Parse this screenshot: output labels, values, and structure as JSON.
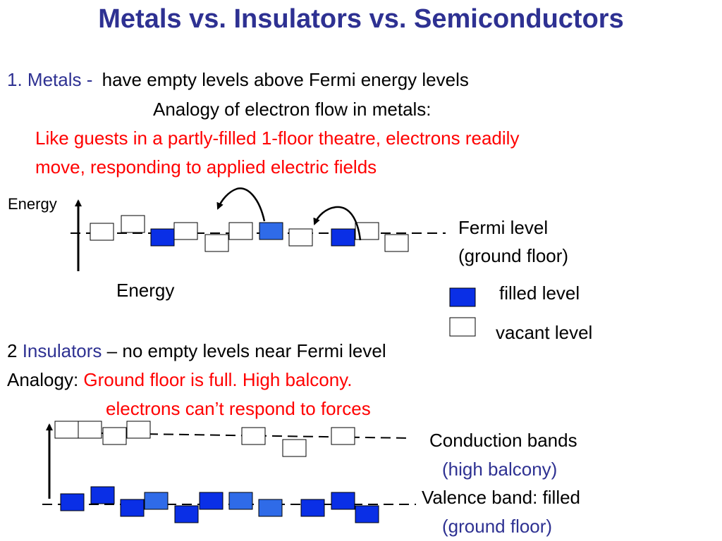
{
  "colors": {
    "title": "#2E3192",
    "accent_blue": "#2E3192",
    "highlight_red": "#FF0000",
    "filled_level": "#0A2FE6",
    "filled_level_light": "#2F6BE8",
    "vacant_level": "#ffffff"
  },
  "title": "Metals vs. Insulators vs. Semiconductors",
  "metals": {
    "number": "1.",
    "name": "Metals",
    "separator": "-",
    "description": "have empty levels above Fermi energy levels",
    "analogy_heading": "Analogy of electron flow in metals:",
    "analogy_line1": "Like guests in a partly-filled 1-floor  theatre, electrons readily",
    "analogy_line2": "move, responding to applied electric fields"
  },
  "metal_diagram": {
    "axis_label_top": "Energy",
    "axis_label_bottom": "Energy",
    "fermi_label_line1": "Fermi level",
    "fermi_label_line2": "(ground floor)"
  },
  "legend": {
    "filled_label": "filled level",
    "vacant_label": "vacant level"
  },
  "insulators": {
    "number": "2",
    "name": "Insulators",
    "description": "– no empty levels near Fermi level",
    "analogy_label": "Analogy:",
    "analogy_line1": "Ground floor is full. High balcony.",
    "analogy_line2": "electrons  can’t respond to forces"
  },
  "insulator_diagram": {
    "conduction_label": "Conduction bands",
    "conduction_sub": "(high balcony)",
    "valence_label": "Valence band: filled",
    "valence_sub": "(ground floor)"
  }
}
